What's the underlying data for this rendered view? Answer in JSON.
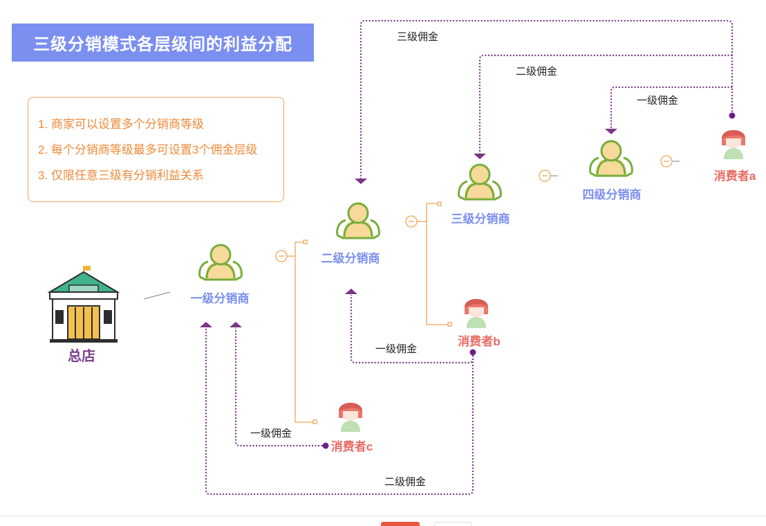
{
  "title": "三级分销模式各层级间的利益分配",
  "notes": [
    "1. 商家可以设置多个分销商等级",
    "2. 每个分销商等级最多可设置3个佣金层级",
    "3. 仅限任意三级有分销利益关系"
  ],
  "nodes": {
    "hq": "总店",
    "level1": "一级分销商",
    "level2": "二级分销商",
    "level3": "三级分销商",
    "level4": "四级分销商",
    "consumer_a": "消费者a",
    "consumer_b": "消费者b",
    "consumer_c": "消费者c"
  },
  "commissions": {
    "a_to_l2": "三级佣金",
    "a_to_l3": "二级佣金",
    "a_to_l4": "一级佣金",
    "b_to_l2": "一级佣金",
    "c_to_l1": "一级佣金",
    "b_to_l1": "二级佣金"
  },
  "colors": {
    "title_bg": "#7b8ff0",
    "distributor_text": "#7b8ff0",
    "consumer_text": "#e96a62",
    "hq_text": "#7a3f8c",
    "commission_line": "#7a3585",
    "tree_line": "#f2a455",
    "note_text": "#ee8a3a"
  }
}
